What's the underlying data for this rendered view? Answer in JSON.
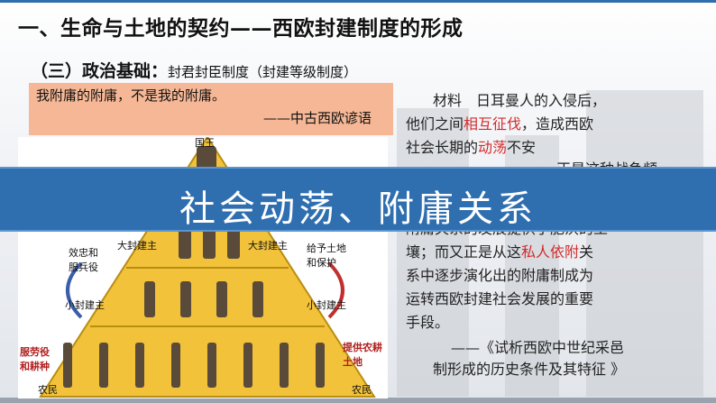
{
  "title": "一、生命与土地的契约——西欧封建制度的形成",
  "subtitle": "（三）政治基础：",
  "subtitle_main": "封君封臣制度",
  "subtitle_note": "（封建等级制度）",
  "quote": {
    "text": "我附庸的附庸，不是我的附庸。",
    "source": "——中古西欧谚语"
  },
  "banner": "社会动荡、附庸关系",
  "material": {
    "line1_prefix": "材料　日耳曼人的入侵后，",
    "line2_prefix": "他们之间",
    "line2_red": "相互征伐",
    "line2_suffix": "，造成西欧",
    "line3_prefix": "社会长期的",
    "line3_red": "动荡",
    "line3_suffix": "不安",
    "line4": "……正是这种战争频",
    "line5": "附庸关系的发展提供了肥沃的土",
    "line6_prefix": "壤；而又正是从这",
    "line6_red": "私人依附",
    "line6_suffix": "关",
    "line7": "系中逐步演化出的附庸制成为",
    "line8": "运转西欧封建社会发展的重要",
    "line9": "手段。",
    "source1": "——《试析西欧中世纪采邑",
    "source2": "制形成的历史条件及其特征 》"
  },
  "pyramid": {
    "top": "国王",
    "big_lord_left": "大封建主",
    "big_lord_right": "大封建主",
    "small_lord_left": "小封建主",
    "small_lord_right": "小封建主",
    "left_arrow_top": "效忠和\n服兵役",
    "right_arrow_top": "给予土地\n和保护",
    "left_arrow_bottom": "服劳役\n和耕种",
    "right_arrow_bottom": "提供农耕\n土地",
    "peasant_left": "农民",
    "peasant_right": "农民"
  }
}
